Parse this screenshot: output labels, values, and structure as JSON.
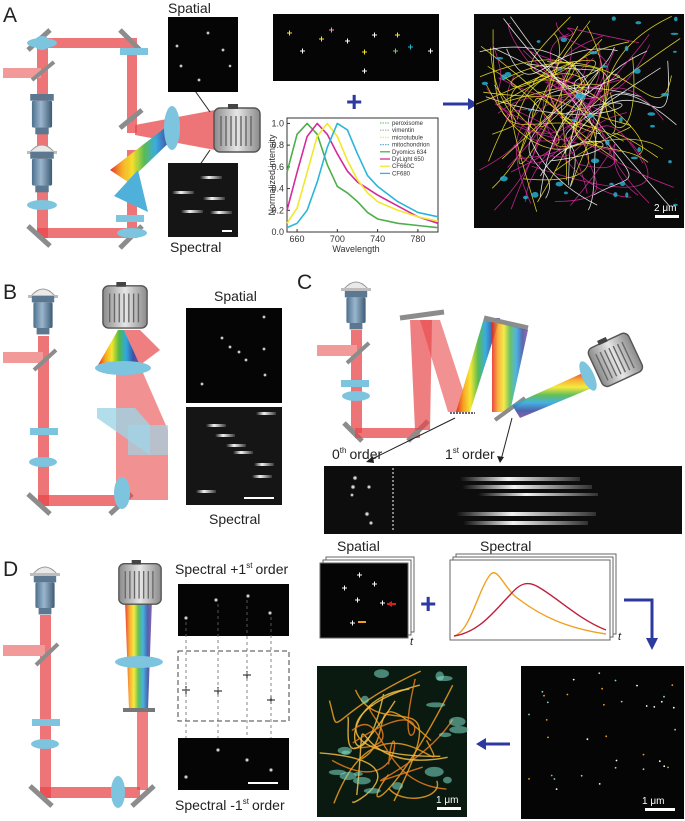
{
  "panels": {
    "a": {
      "label": "A",
      "spatial_title": "Spatial",
      "spectral_title": "Spectral",
      "scale_bar": "2 μm",
      "chart_data": {
        "type": "line",
        "title": "",
        "xlabel": "Wavelength",
        "ylabel": "Normalized intensity",
        "xlim": [
          650,
          800
        ],
        "ylim": [
          0,
          1.05
        ],
        "x_ticks": [
          "660",
          "700",
          "740",
          "780"
        ],
        "y_ticks": [
          "0.0",
          "0.2",
          "0.4",
          "0.6",
          "0.8",
          "1.0"
        ],
        "legend_position": "top-right",
        "legend": [
          {
            "name": "peroxisome",
            "color": "#7fc97f"
          },
          {
            "name": "vimentin",
            "color": "#bdbdbd"
          },
          {
            "name": "microtubule",
            "color": "#f5e663"
          },
          {
            "name": "mitochondrion",
            "color": "#6baed6"
          },
          {
            "name": "Dyomics 634",
            "color": "#4daf4a"
          },
          {
            "name": "DyLight 650",
            "color": "#d62a9b"
          },
          {
            "name": "CF660C",
            "color": "#f2e82a"
          },
          {
            "name": "CF680",
            "color": "#29b6d9"
          }
        ],
        "series": [
          {
            "name": "Dyomics 634",
            "color": "#4daf4a",
            "x": [
              650,
              660,
              670,
              680,
              690,
              700,
              710,
              720,
              730,
              740,
              760,
              780,
              800
            ],
            "y": [
              0.55,
              0.9,
              1.0,
              0.9,
              0.62,
              0.42,
              0.36,
              0.28,
              0.18,
              0.12,
              0.08,
              0.06,
              0.04
            ]
          },
          {
            "name": "DyLight 650",
            "color": "#d62a9b",
            "x": [
              650,
              660,
              670,
              680,
              690,
              700,
              710,
              720,
              730,
              740,
              760,
              780,
              800
            ],
            "y": [
              0.2,
              0.55,
              0.88,
              1.0,
              0.9,
              0.72,
              0.56,
              0.46,
              0.4,
              0.34,
              0.24,
              0.14,
              0.08
            ]
          },
          {
            "name": "CF660C",
            "color": "#f2e82a",
            "x": [
              650,
              660,
              670,
              680,
              690,
              700,
              710,
              720,
              730,
              740,
              760,
              780,
              800
            ],
            "y": [
              0.08,
              0.22,
              0.55,
              0.88,
              1.0,
              0.88,
              0.66,
              0.48,
              0.36,
              0.28,
              0.2,
              0.14,
              0.1
            ]
          },
          {
            "name": "CF680",
            "color": "#29b6d9",
            "x": [
              650,
              660,
              670,
              680,
              690,
              700,
              710,
              720,
              730,
              740,
              760,
              780,
              800
            ],
            "y": [
              0.04,
              0.08,
              0.2,
              0.46,
              0.78,
              1.0,
              0.94,
              0.72,
              0.52,
              0.42,
              0.28,
              0.18,
              0.14
            ]
          }
        ]
      }
    },
    "b": {
      "label": "B",
      "spatial_title": "Spatial",
      "spectral_title": "Spectral"
    },
    "c": {
      "label": "C",
      "order0": "0",
      "order1": "1",
      "order_sup0": "th",
      "order_sup1": "st",
      "order_word": "order",
      "spatial_title": "Spatial",
      "spectral_title": "Spectral"
    },
    "d": {
      "label": "D",
      "top_title": "Spectral +1",
      "bottom_title": "Spectral -1",
      "sup": "st",
      "order_word": "order",
      "axis_t": "t",
      "scale_bar_left": "1 μm",
      "scale_bar_right": "1 μm",
      "spectra_colors": [
        "#f0a020",
        "#c0203a"
      ]
    }
  }
}
